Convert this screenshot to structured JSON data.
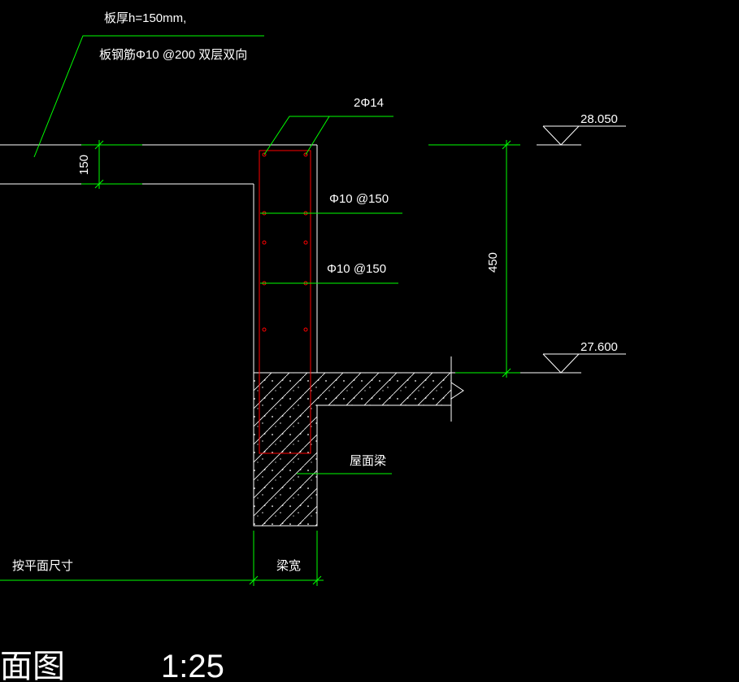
{
  "annotations": {
    "slab_thickness": "板厚h=150mm,",
    "slab_rebar": "板钢筋Φ10 @200 双层双向",
    "top_bars": "2Φ14",
    "stirrup_1": "Φ10 @150",
    "stirrup_2": "Φ10 @150",
    "roof_beam": "屋面梁",
    "plan_size": "按平面尺寸",
    "beam_width": "梁宽"
  },
  "dimensions": {
    "slab_dim": "150",
    "height_dim": "450"
  },
  "elevations": {
    "top": "28.050",
    "bottom": "27.600"
  },
  "title": {
    "name": "面图",
    "scale": "1:25"
  },
  "colors": {
    "background": "#000000",
    "outline": "#ffffff",
    "leader": "#00ff00",
    "rebar": "#ff0000",
    "hatch": "#ffffff"
  }
}
